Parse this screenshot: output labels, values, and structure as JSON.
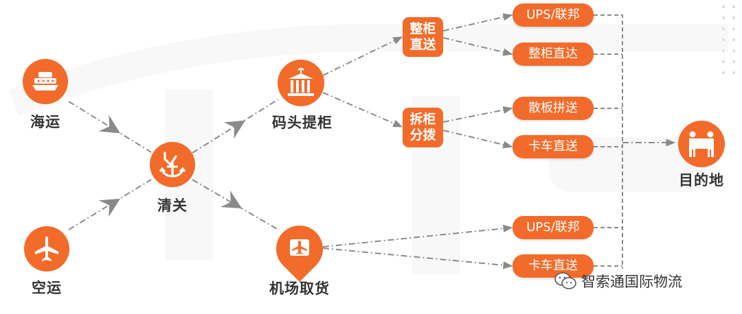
{
  "colors": {
    "accent": "#f26b2a",
    "arrow": "#8a8a8a",
    "text": "#333333"
  },
  "nodes": {
    "sea": {
      "label": "海运",
      "icon": "ship-icon"
    },
    "air": {
      "label": "空运",
      "icon": "airplane-icon"
    },
    "customs": {
      "label": "清关",
      "icon": "anchor-icon"
    },
    "port_pickup": {
      "label": "码头提柜",
      "icon": "warehouse-icon"
    },
    "airport_pickup": {
      "label": "机场取货",
      "icon": "airplane-pin-icon"
    },
    "destination": {
      "label": "目的地",
      "icon": "people-carrying-box-icon"
    }
  },
  "boxes": {
    "full_container": {
      "line1": "整柜",
      "line2": "直送"
    },
    "devanning": {
      "line1": "拆柜",
      "line2": "分拨"
    }
  },
  "pills": {
    "ups_fedex_1": "UPS/联邦",
    "full_container_direct": "整柜直达",
    "pallet_consolidation": "散板拼送",
    "truck_direct_1": "卡车直送",
    "ups_fedex_2": "UPS/联邦",
    "truck_direct_2": "卡车直送"
  },
  "watermark": {
    "text": "智索通国际物流",
    "icon": "wechat-icon"
  }
}
